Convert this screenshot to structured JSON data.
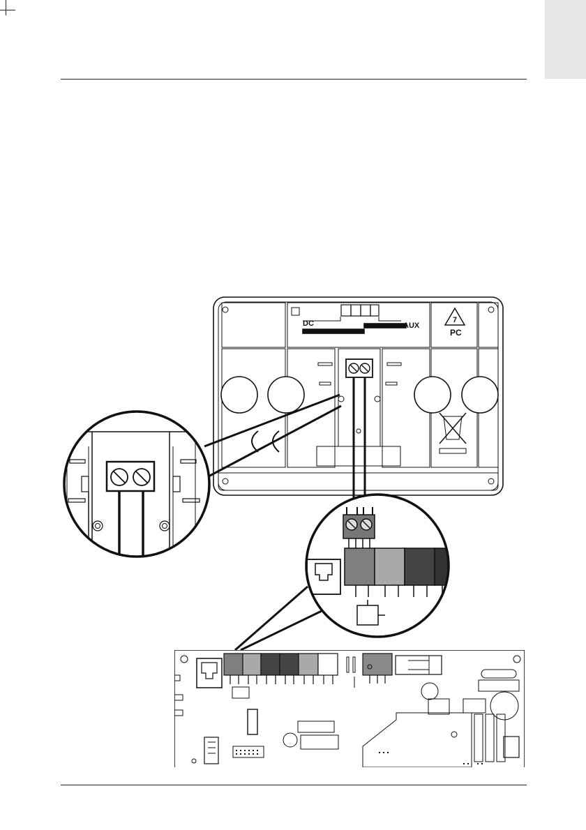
{
  "labels": {
    "dc": "DC",
    "aux": "AUX",
    "recycle_number": "7",
    "recycle_material": "PC"
  }
}
